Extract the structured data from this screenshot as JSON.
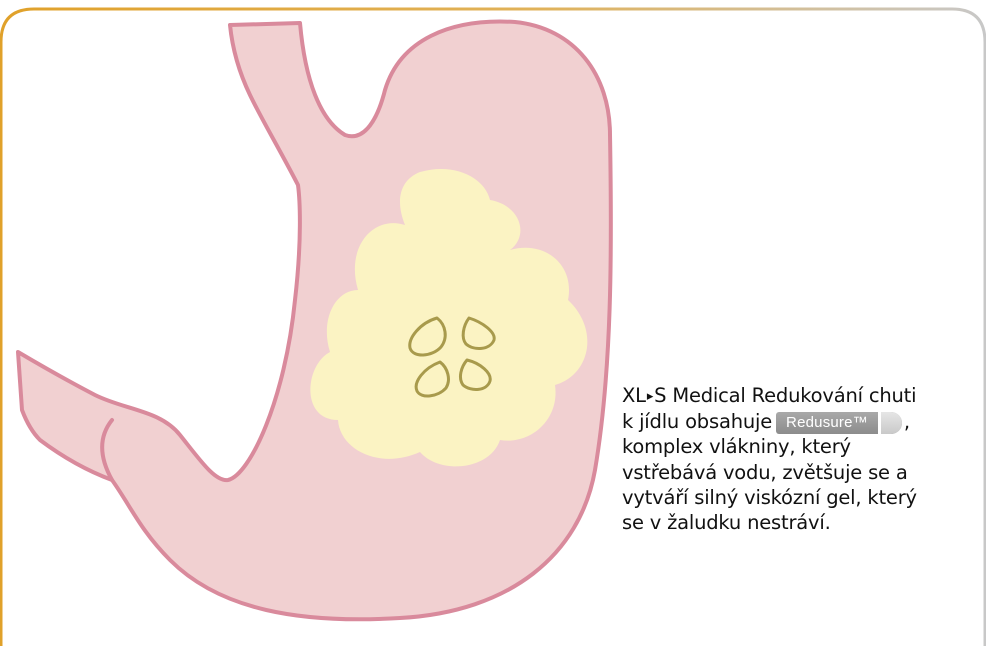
{
  "figure": {
    "caption_lines": [
      {
        "before": "XL",
        "mark": "▸",
        "after": "S Medical Redukování chuti"
      },
      {
        "before": "k jídlu obsahuje",
        "badge": "Redusure™",
        "after": ","
      },
      {
        "text": "komplex vlákniny, který"
      },
      {
        "text": "vstřebává vodu, zvětšuje se a"
      },
      {
        "text": "vytváří silný viskózní gel, který"
      },
      {
        "text": "se v žaludku nestráví."
      }
    ]
  },
  "colors": {
    "frame_gradient_start": "#e0a12a",
    "frame_gradient_end": "#c8c8c8",
    "stomach_fill": "#f1d0d1",
    "stomach_outline": "#d98a9c",
    "gel_fill": "#fbf3c3",
    "seed_outline": "#a89a4c",
    "caption_text": "#111111",
    "badge_fill": "#9a9a9a",
    "badge_text": "#ffffff"
  },
  "icons": {
    "stomach": "stomach-illustration",
    "gel": "fiber-gel-blob",
    "seeds": "seed-capsules",
    "badge_marker": "triangle-right-marker"
  }
}
